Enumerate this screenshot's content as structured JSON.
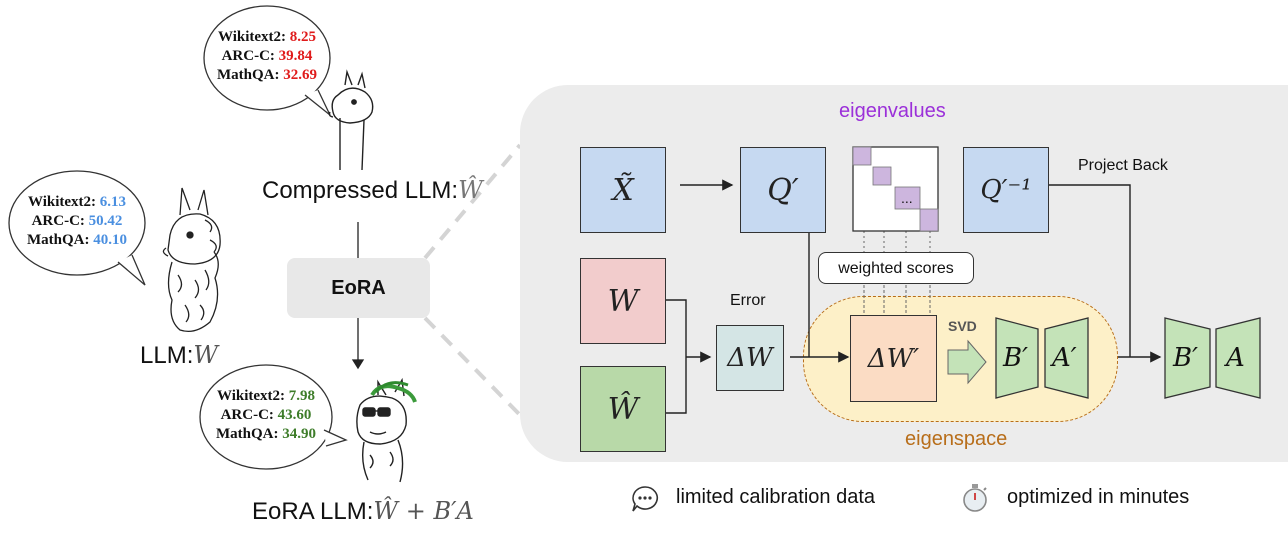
{
  "compressed_bubble": {
    "lines": [
      {
        "label": "Wikitext2:",
        "value": "8.25"
      },
      {
        "label": "ARC-C:",
        "value": "39.84"
      },
      {
        "label": "MathQA:",
        "value": "32.69"
      }
    ]
  },
  "original_bubble": {
    "lines": [
      {
        "label": "Wikitext2:",
        "value": "6.13"
      },
      {
        "label": "ARC-C:",
        "value": "50.42"
      },
      {
        "label": "MathQA:",
        "value": "40.10"
      }
    ]
  },
  "eora_bubble": {
    "lines": [
      {
        "label": "Wikitext2:",
        "value": "7.98"
      },
      {
        "label": "ARC-C:",
        "value": "43.60"
      },
      {
        "label": "MathQA:",
        "value": "34.90"
      }
    ]
  },
  "labels": {
    "compressed_llm": "Compressed LLM:",
    "compressed_llm_math": "Ŵ",
    "llm": "LLM:",
    "llm_math": "W",
    "eora_llm": "EoRA LLM:",
    "eora_llm_math": "Ŵ + B′A",
    "eora_box": "EoRA"
  },
  "diagram": {
    "eigenvalues": "eigenvalues",
    "eigenspace": "eigenspace",
    "error": "Error",
    "svd": "SVD",
    "project_back": "Project Back",
    "weighted_scores": "weighted scores",
    "ellipsis": "...",
    "x_tilde": "X̃",
    "q_prime": "Q′",
    "q_prime_inv": "Q′⁻¹",
    "w": "W",
    "w_hat": "Ŵ",
    "delta_w": "ΔW",
    "delta_w_prime": "ΔW′",
    "b_prime": "B′",
    "a_prime": "A′",
    "b_prime_out": "B′",
    "a_out": "A"
  },
  "footer": {
    "calibration": "limited calibration data",
    "minutes": "optimized in minutes"
  },
  "colors": {
    "blue_box": "#c6d9f1",
    "red_box": "#f2cccc",
    "green_box": "#b8d9a8",
    "teal_box": "#d4e5e5",
    "orange_box": "#fbdcc4",
    "light_green": "#c4e3b8",
    "eigenspace_fill": "#fdf0c8",
    "eigenspace_border": "#b86e1a",
    "purple": "#9b30d9",
    "panel": "#ececec"
  }
}
